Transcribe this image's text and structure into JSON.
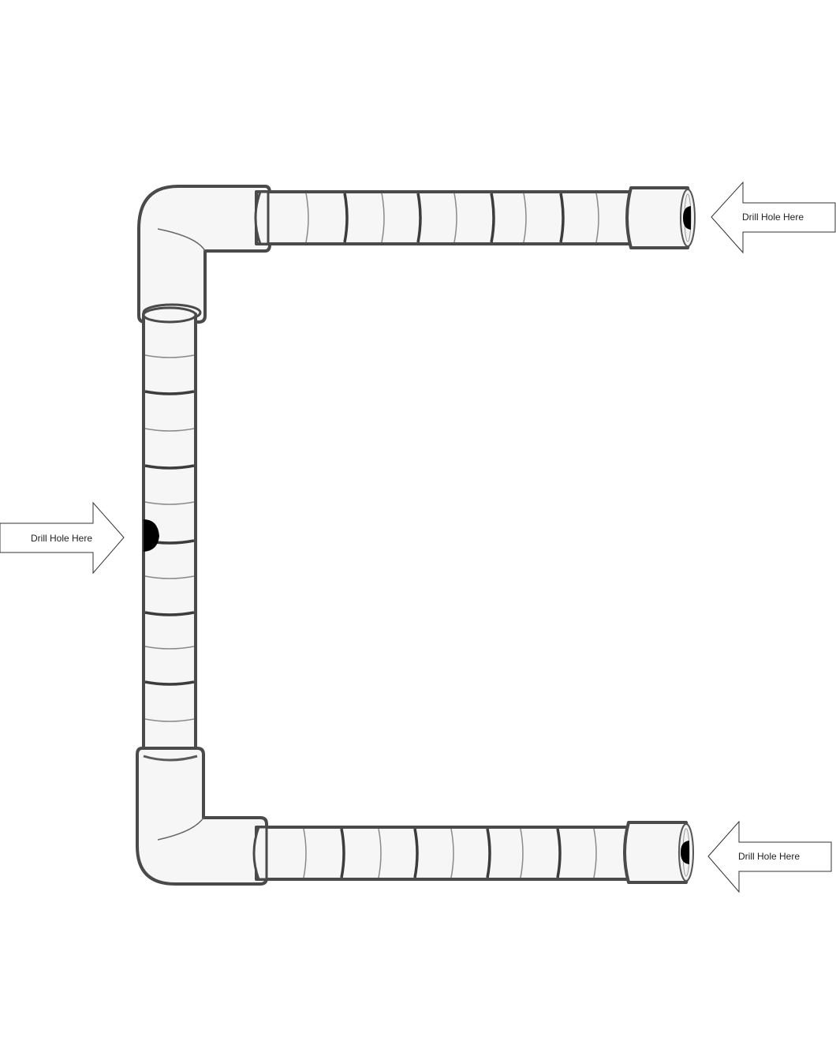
{
  "labels": {
    "top_right_arrow": "Drill Hole Here",
    "left_arrow": "Drill Hole Here",
    "bottom_right_arrow": "Drill Hole Here"
  },
  "colors": {
    "pipe_fill": "#f6f6f6",
    "pipe_outline": "#4a4a4a",
    "drill_hole": "#000000",
    "arrow_fill": "#ffffff"
  }
}
